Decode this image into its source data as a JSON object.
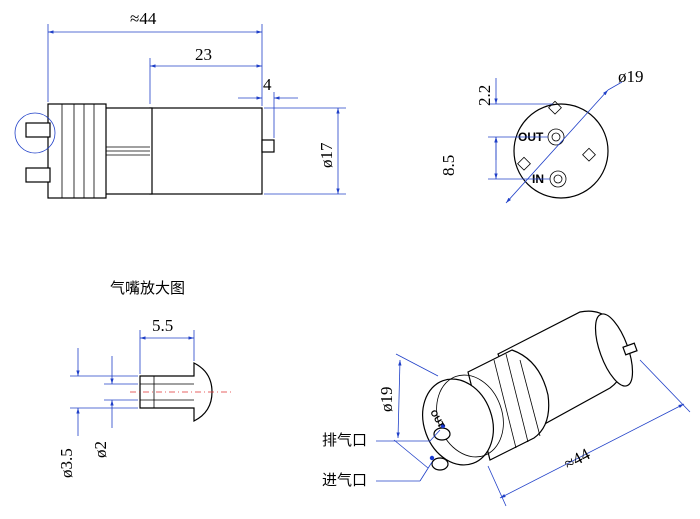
{
  "colors": {
    "dimension": "#2040c8",
    "centerline": "#e03030",
    "outline": "#000000"
  },
  "side_view": {
    "dim_total": "≈44",
    "dim_motor": "23",
    "dim_shaft": "4",
    "dim_diameter": "ø17"
  },
  "front_view": {
    "dim_diameter": "ø19",
    "dim_top": "2.2",
    "dim_spacing": "8.5",
    "port_out": "OUT",
    "port_in": "IN"
  },
  "nozzle_view": {
    "title": "气嘴放大图",
    "dim_length": "5.5",
    "dim_outer": "ø3.5",
    "dim_inner": "ø2"
  },
  "iso_view": {
    "dim_diameter": "ø19",
    "dim_length": "≈44",
    "label_exhaust": "排气口",
    "label_intake": "进气口",
    "cap_marking": "OUT"
  }
}
